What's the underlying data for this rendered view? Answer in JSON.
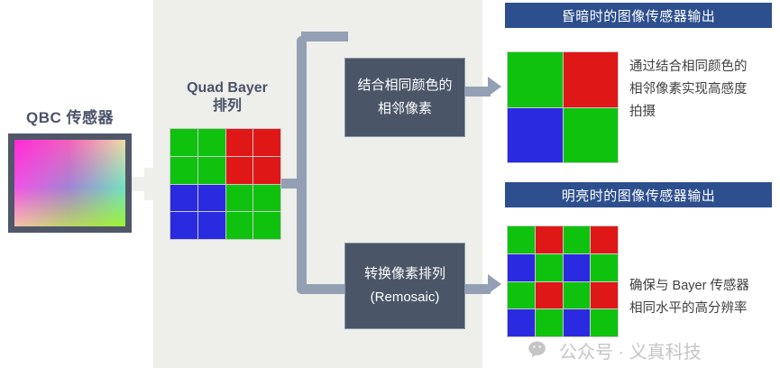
{
  "sensor": {
    "title": "QBC 传感器",
    "link_icon": "arrow-right-icon"
  },
  "quad_bayer": {
    "title_line1": "Quad Bayer",
    "title_line2": "排列",
    "grid": [
      [
        "G",
        "G",
        "R",
        "R"
      ],
      [
        "G",
        "G",
        "R",
        "R"
      ],
      [
        "B",
        "B",
        "G",
        "G"
      ],
      [
        "B",
        "B",
        "G",
        "G"
      ]
    ]
  },
  "process": {
    "top": {
      "line1": "结合相同颜色的",
      "line2": "相邻像素"
    },
    "bottom": {
      "line1": "转换像素排列",
      "line2": "(Remosaic)"
    }
  },
  "outputs": [
    {
      "header": "昏暗时的图像传感器输出",
      "grid": [
        [
          "G",
          "R"
        ],
        [
          "B",
          "G"
        ]
      ],
      "description_lines": [
        "通过结合相同颜色的",
        "相邻像素实现高感度",
        "拍摄"
      ]
    },
    {
      "header": "明亮时的图像传感器输出",
      "grid": [
        [
          "G",
          "R",
          "G",
          "R"
        ],
        [
          "B",
          "G",
          "B",
          "G"
        ],
        [
          "G",
          "R",
          "G",
          "R"
        ],
        [
          "B",
          "G",
          "B",
          "G"
        ]
      ],
      "description_lines": [
        "确保与 Bayer 传感器",
        "相同水平的高分辨率"
      ]
    }
  ],
  "watermark": {
    "icon": "wechat-icon",
    "text": "公众号 · 义真科技"
  },
  "colors": {
    "green": "#0ec20e",
    "red": "#e01717",
    "blue": "#2a2ae0",
    "panel_bg": "#eeeeea",
    "process_box": "#4a5568",
    "header_bar": "#2d4f8e",
    "connector": "#93a0b4",
    "title_text": "#4a5268"
  }
}
